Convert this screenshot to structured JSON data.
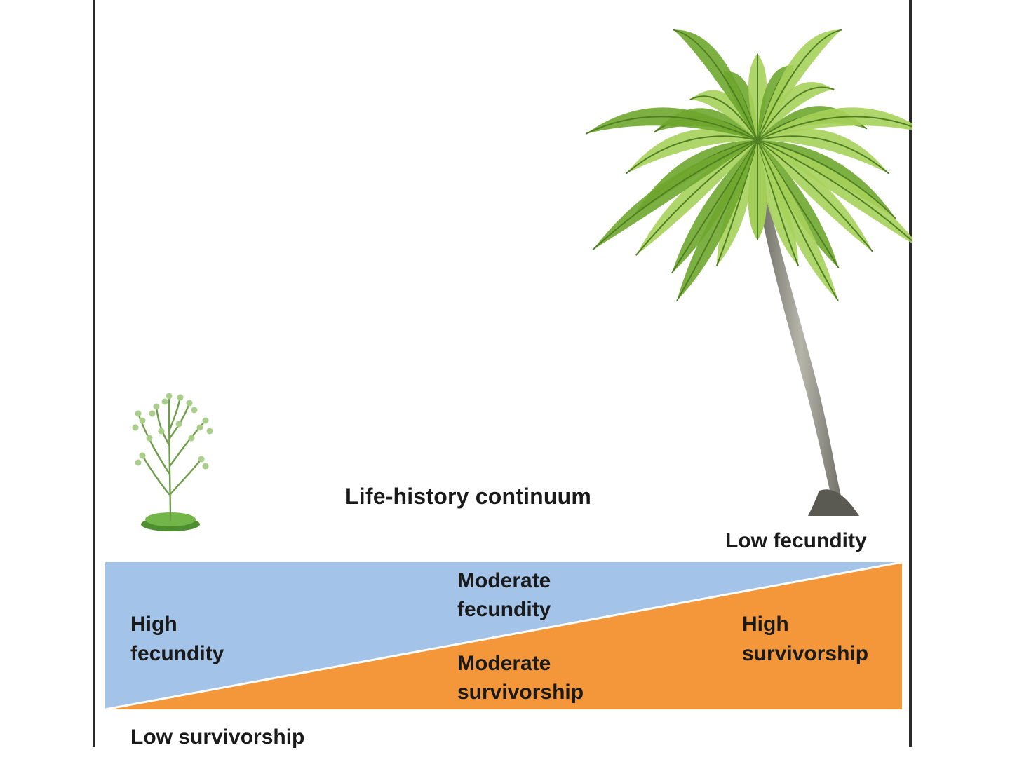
{
  "title": "Life-history continuum",
  "labels": {
    "low_fecundity": "Low fecundity",
    "moderate_fecundity": "Moderate\nfecundity",
    "high_fecundity": "High\nfecundity",
    "high_survivorship": "High\nsurvivorship",
    "moderate_survivorship": "Moderate\nsurvivorship",
    "low_survivorship": "Low survivorship"
  },
  "colors": {
    "fecundity_band": "#a3c3e8",
    "survivorship_band": "#f4973a",
    "palm_leaf": "#6fa72e",
    "palm_leaf_light": "#a6d25a",
    "trunk": "#8a8a80",
    "weed": "#6e9e4a"
  },
  "images": {
    "palm": "palm-tree-icon",
    "weed": "small-herb-plant-icon"
  }
}
